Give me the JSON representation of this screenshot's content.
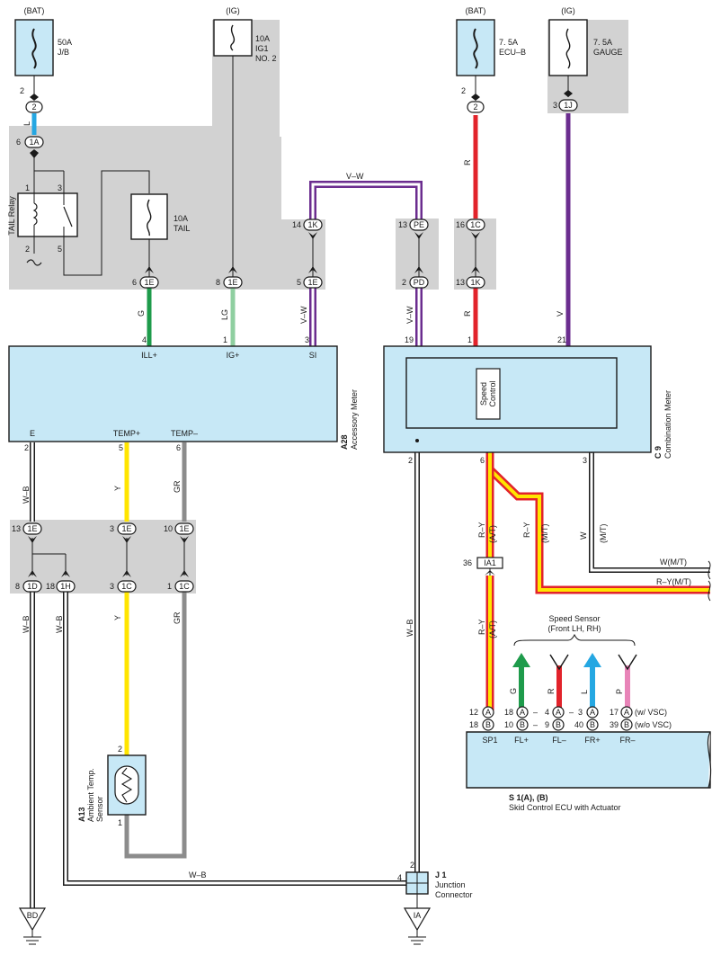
{
  "colors": {
    "L": "#25a7e2",
    "G": "#1e9b4b",
    "LG": "#8fcfa0",
    "V": "#6b2d8f",
    "R": "#e2232b",
    "Y": "#ffe500",
    "GR": "#8c8c8c",
    "P": "#e884b8",
    "RY": "#e2232b",
    "W": "#ffffff",
    "WB": "#ffffff",
    "VW": "#6b2d8f",
    "component_fill": "#c7e8f6",
    "junction_fill": "#d2d2d2"
  },
  "power": [
    {
      "source": "(BAT)",
      "rating": "50A",
      "name": "J/B"
    },
    {
      "source": "(IG)",
      "rating": "10A",
      "name": "IG1",
      "name2": "NO. 2"
    },
    {
      "source": "(BAT)",
      "rating": "7. 5A",
      "name": "ECU–B"
    },
    {
      "source": "(IG)",
      "rating": "7. 5A",
      "name": "GAUGE"
    }
  ],
  "relay": {
    "name": "TAIL Relay",
    "fuse_rating": "10A",
    "fuse_name": "TAIL"
  },
  "wires": {
    "L": "L",
    "G": "G",
    "LG": "LG",
    "VW": "V–W",
    "R": "R",
    "V": "V",
    "WB": "W–B",
    "Y": "Y",
    "GR": "GR",
    "RY": "R–Y",
    "W": "W",
    "P": "P",
    "AT": "(A/T)",
    "MT": "(M/T)",
    "W_MT": "W(M/T)",
    "RY_MT": "R–Y(M/T)"
  },
  "connectors": {
    "c2": "2",
    "c1A": "1A",
    "c1E": "1E",
    "c1K": "1K",
    "cPE": "PE",
    "cPD": "PD",
    "c1C": "1C",
    "c1J": "1J",
    "c1D": "1D",
    "c1H": "1H",
    "cIA1": "IA1",
    "cA": "A",
    "cB": "B"
  },
  "pins": {
    "p2": "2",
    "p6": "6",
    "p1": "1",
    "p3": "3",
    "p5": "5",
    "p8": "8",
    "p14": "14",
    "p13": "13",
    "p16": "16",
    "p4": "4",
    "p19": "19",
    "p21": "21",
    "p10": "10",
    "p18": "18",
    "p36": "36",
    "p12": "12",
    "p9": "9",
    "p40": "40",
    "p17": "17",
    "p39": "39"
  },
  "accessory_meter": {
    "id": "A28",
    "name": "Accessory Meter",
    "terminals": {
      "ill": "ILL+",
      "ig": "IG+",
      "si": "SI",
      "e": "E",
      "tp": "TEMP+",
      "tm": "TEMP–"
    }
  },
  "combination_meter": {
    "id": "C 9",
    "name": "Combination Meter",
    "speed1": "Speed",
    "speed2": "Control"
  },
  "ambient_sensor": {
    "id": "A13",
    "name1": "Ambient Temp.",
    "name2": "Sensor"
  },
  "speed_sensor": {
    "title": "Speed Sensor",
    "sub": "(Front LH,  RH)"
  },
  "skid_ecu": {
    "id": "S 1(A), (B)",
    "name": "Skid Control ECU with Actuator",
    "terminals": {
      "sp1": "SP1",
      "flp": "FL+",
      "flm": "FL–",
      "frp": "FR+",
      "frm": "FR–"
    },
    "dash": "–",
    "wvsc": "(w/ VSC)",
    "wovsc": "(w/o VSC)"
  },
  "junction_connector": {
    "id": "J 1",
    "name1": "Junction",
    "name2": "Connector"
  },
  "grounds": {
    "bd": "BD",
    "ia": "IA"
  }
}
